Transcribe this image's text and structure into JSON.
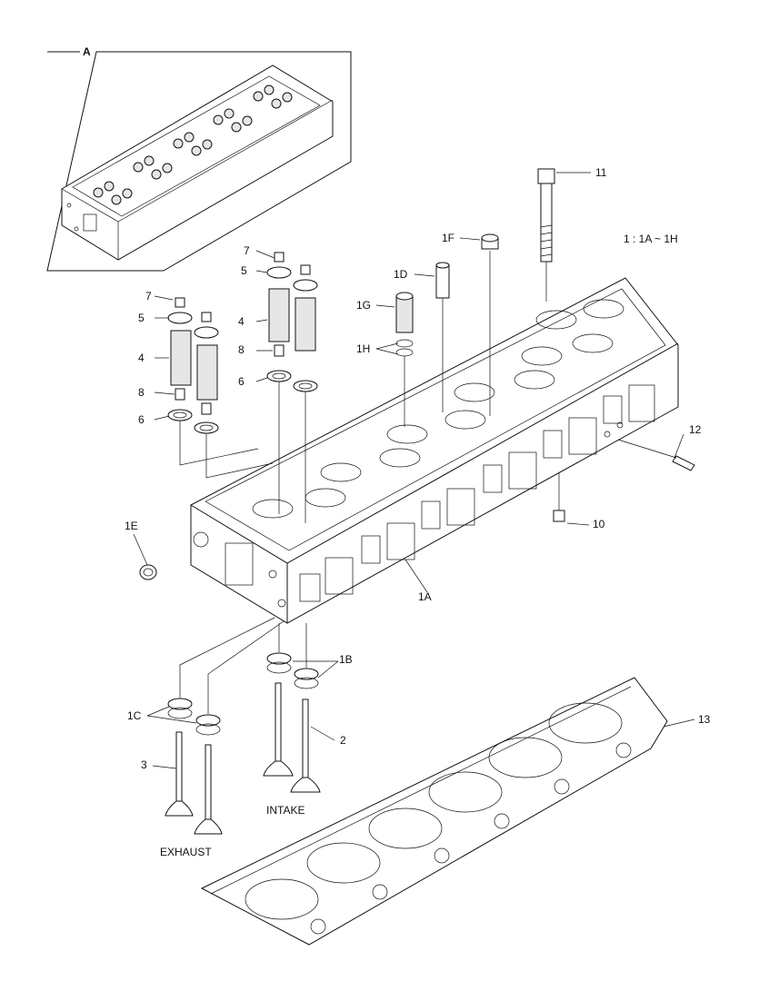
{
  "diagram": {
    "ratio_note": "1 : 1A ~ 1H",
    "detail_label": "A",
    "labels": {
      "p11": "11",
      "p1F": "1F",
      "p1D": "1D",
      "p1G": "1G",
      "p1H": "1H",
      "p7a": "7",
      "p5a": "5",
      "p4a": "4",
      "p8a": "8",
      "p6a": "6",
      "p7b": "7",
      "p5b": "5",
      "p4b": "4",
      "p8b": "8",
      "p6b": "6",
      "p12": "12",
      "p10": "10",
      "p1E": "1E",
      "p1A": "1A",
      "p1B": "1B",
      "p1C": "1C",
      "p2": "2",
      "p3": "3",
      "p13": "13",
      "intake": "INTAKE",
      "exhaust": "EXHAUST"
    }
  }
}
